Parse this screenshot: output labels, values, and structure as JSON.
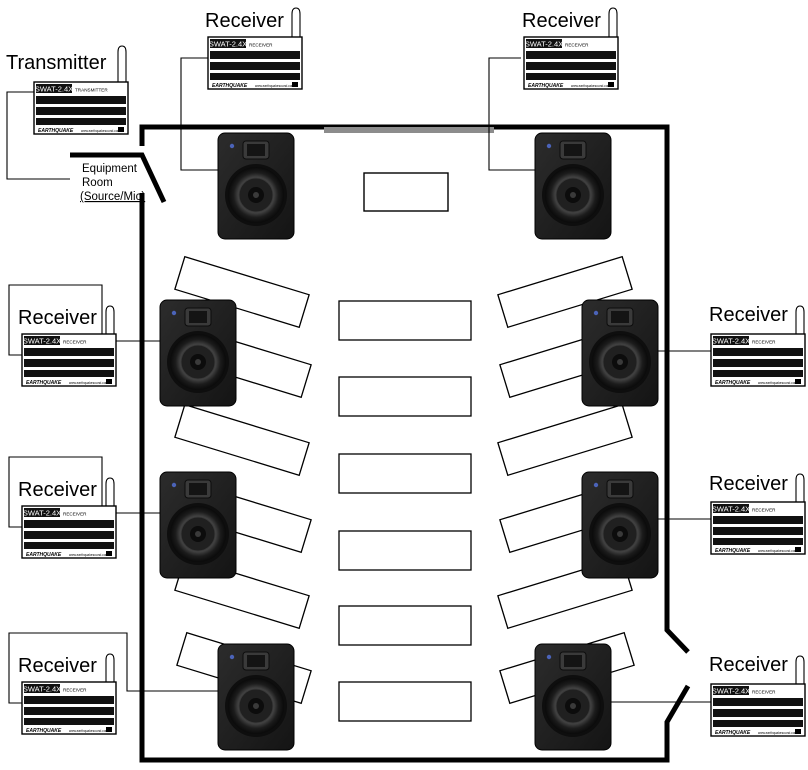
{
  "labels": {
    "transmitter": "Transmitter",
    "receiver": "Receiver",
    "equipment_room_line1": "Equipment",
    "equipment_room_line2": "Room",
    "equipment_room_line3": "(Source/Mic)"
  },
  "device": {
    "model": "SWAT-2.4X",
    "transmitter_type": "TRANSMITTER",
    "receiver_type": "RECEIVER",
    "brand": "EARTHQUAKE",
    "website": "www.earthquakesound.com"
  },
  "colors": {
    "line": "#000000",
    "speaker_body": "#1a1a1a",
    "speaker_face": "#232323",
    "screen_bar": "#8c8c8c",
    "background": "#ffffff"
  }
}
